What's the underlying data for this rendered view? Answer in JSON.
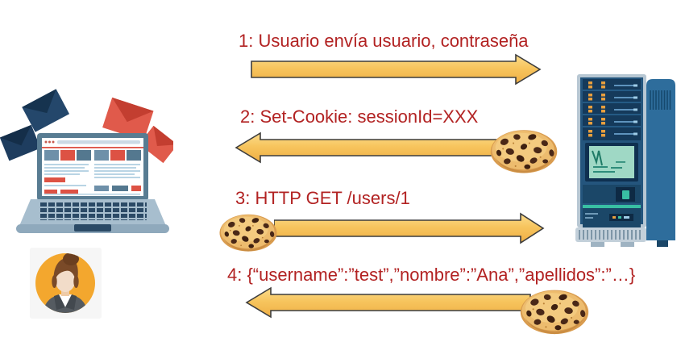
{
  "diagram": {
    "description": "cookie-based session authentication flow between a user laptop and a server",
    "client": {
      "icon": "laptop-with-emails-illustration",
      "user_icon": "female-user-avatar"
    },
    "server": {
      "icon": "server-tower-illustration"
    },
    "cookie_icon": "chocolate-chip-cookie-icon",
    "messages": [
      {
        "label": "1: Usuario envía usuario, contraseña",
        "direction": "right",
        "cookie_attached": false
      },
      {
        "label": "2: Set-Cookie: sessionId=XXX",
        "direction": "left",
        "cookie_attached": true
      },
      {
        "label": "3: HTTP GET /users/1",
        "direction": "right",
        "cookie_attached": true
      },
      {
        "label": "4: {“username”:”test”,”nombre”:”Ana”,”apellidos”:”…}",
        "direction": "left",
        "cookie_attached": true
      }
    ],
    "colors": {
      "message_text": "#B22222",
      "arrow_fill": "#F7C55E",
      "arrow_outline": "#3D3D3D",
      "background": "#FFFFFF"
    }
  }
}
